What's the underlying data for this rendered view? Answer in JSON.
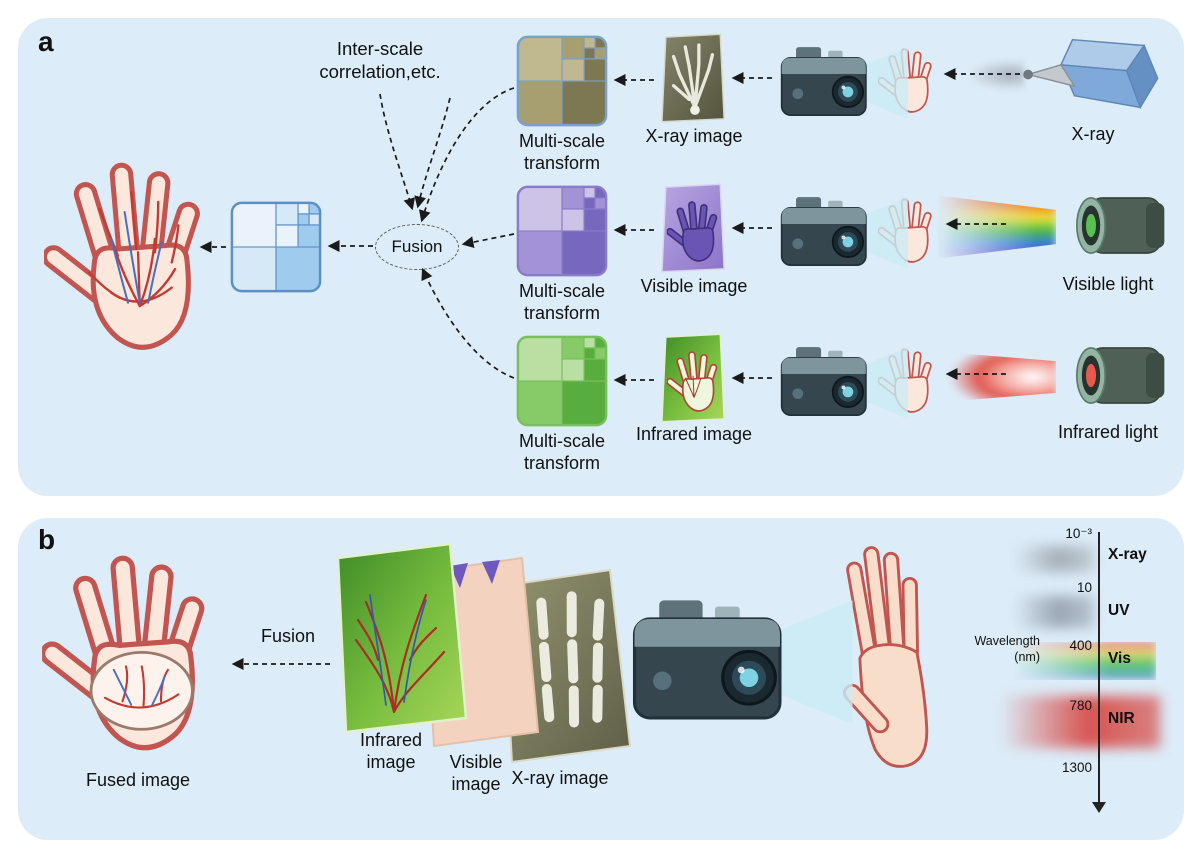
{
  "panel_a": {
    "label": "a",
    "inter_scale_note": "Inter-scale correlation,etc.",
    "fusion_label": "Fusion",
    "rows": [
      {
        "transform_label": "Multi-scale transform",
        "image_label": "X-ray image",
        "source_label": "X-ray"
      },
      {
        "transform_label": "Multi-scale transform",
        "image_label": "Visible image",
        "source_label": "Visible light"
      },
      {
        "transform_label": "Multi-scale transform",
        "image_label": "Infrared image",
        "source_label": "Infrared light"
      }
    ]
  },
  "panel_b": {
    "label": "b",
    "fused_label": "Fused image",
    "fusion_label": "Fusion",
    "layer_labels": [
      "Infrared image",
      "Visible image",
      "X-ray image"
    ],
    "spectrum": {
      "wavelength_line1": "Wavelength",
      "wavelength_line2": "(nm)",
      "ticks": [
        "10⁻³",
        "10",
        "400",
        "780",
        "1300"
      ],
      "bands": [
        "X-ray",
        "UV",
        "Vis",
        "NIR"
      ]
    }
  },
  "colors": {
    "panel_bg": "#dcecf8",
    "xray_olive": "#a79f6f",
    "visible_purple": "#a393d6",
    "infrared_green": "#86cb68",
    "fused_blue": "#bcd9f2",
    "hand_outline_red": "#b5534c",
    "vein_blue": "#4a6fbf",
    "artery_red": "#c23b33"
  }
}
